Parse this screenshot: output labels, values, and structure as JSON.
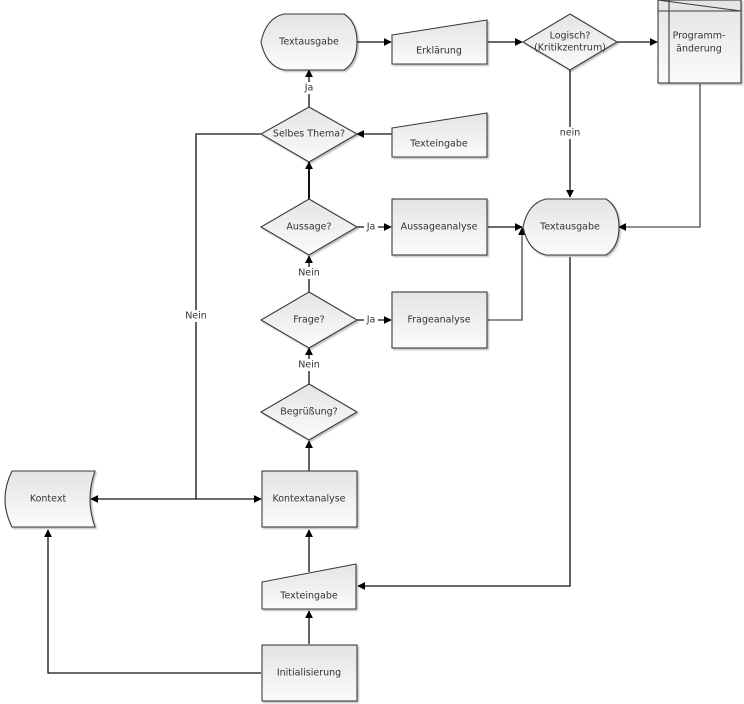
{
  "diagram": {
    "type": "flowchart",
    "nodes": {
      "textausgabe_top": "Textausgabe",
      "erklaerung": "Erklärung",
      "logisch": [
        "Logisch?",
        "(Kritikzentrum)"
      ],
      "programmaenderung": [
        "Programm-",
        "änderung"
      ],
      "selbes_thema": "Selbes Thema?",
      "texteingabe_top": "Texteingabe",
      "aussage": "Aussage?",
      "aussageanalyse": "Aussageanalyse",
      "textausgabe_mid": "Textausgabe",
      "frage": "Frage?",
      "frageanalyse": "Frageanalyse",
      "begruessung": "Begrüßung?",
      "kontext": "Kontext",
      "kontextanalyse": "Kontextanalyse",
      "texteingabe_bottom": "Texteingabe",
      "initialisierung": "Initialisierung"
    },
    "edge_labels": {
      "ja_top": "Ja",
      "nein_logisch": "nein",
      "ja_aussage": "Ja",
      "nein_frage_to_aussage": "Nein",
      "ja_frage": "Ja",
      "nein_begruessung_to_frage": "Nein",
      "nein_selbes_thema": "Nein"
    },
    "colors": {
      "fill_top": "#e4e4e4",
      "fill_bottom": "#fbfbfb",
      "stroke": "#3a3a3a"
    }
  }
}
